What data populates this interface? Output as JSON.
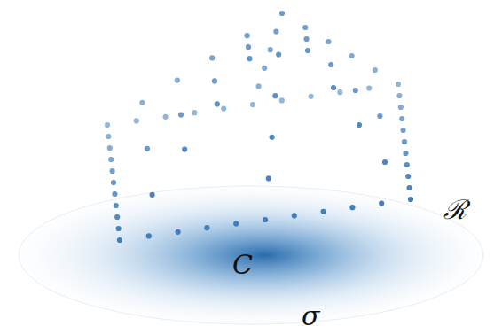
{
  "diagram": {
    "labels": [
      "ℛ",
      "C",
      "σ"
    ]
  }
}
